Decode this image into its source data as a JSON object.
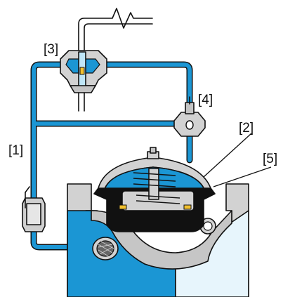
{
  "diagram": {
    "callouts": {
      "c1": "[1]",
      "c2": "[2]",
      "c3": "[3]",
      "c4": "[4]",
      "c5": "[5]"
    }
  },
  "colors": {
    "water": "#1b96d4",
    "water_dark": "#0c6fa6",
    "light_water": "#bfe6f7",
    "metal": "#d2d2d2",
    "metal_dark": "#9a9a9a",
    "diaphragm": "#111111",
    "accent_yellow": "#f2c12e"
  }
}
